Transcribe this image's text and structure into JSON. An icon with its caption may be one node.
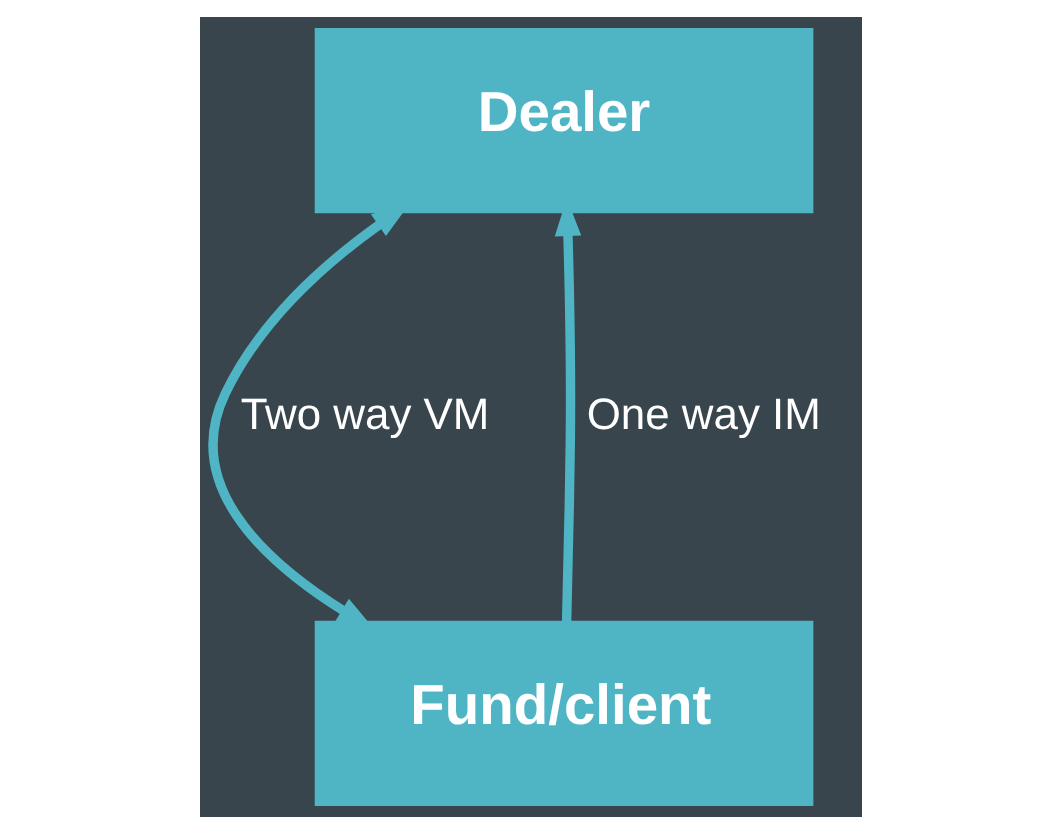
{
  "diagram": {
    "nodes": [
      {
        "text": [
          "Dealer"
        ]
      },
      {
        "text": [
          "Fund/client"
        ]
      }
    ],
    "edges": [
      {
        "from": 0,
        "to": 1,
        "arrow": "both",
        "label": "Two way VM"
      },
      {
        "from": 1,
        "to": 0,
        "arrow": "to",
        "label": "One way IM"
      }
    ]
  }
}
